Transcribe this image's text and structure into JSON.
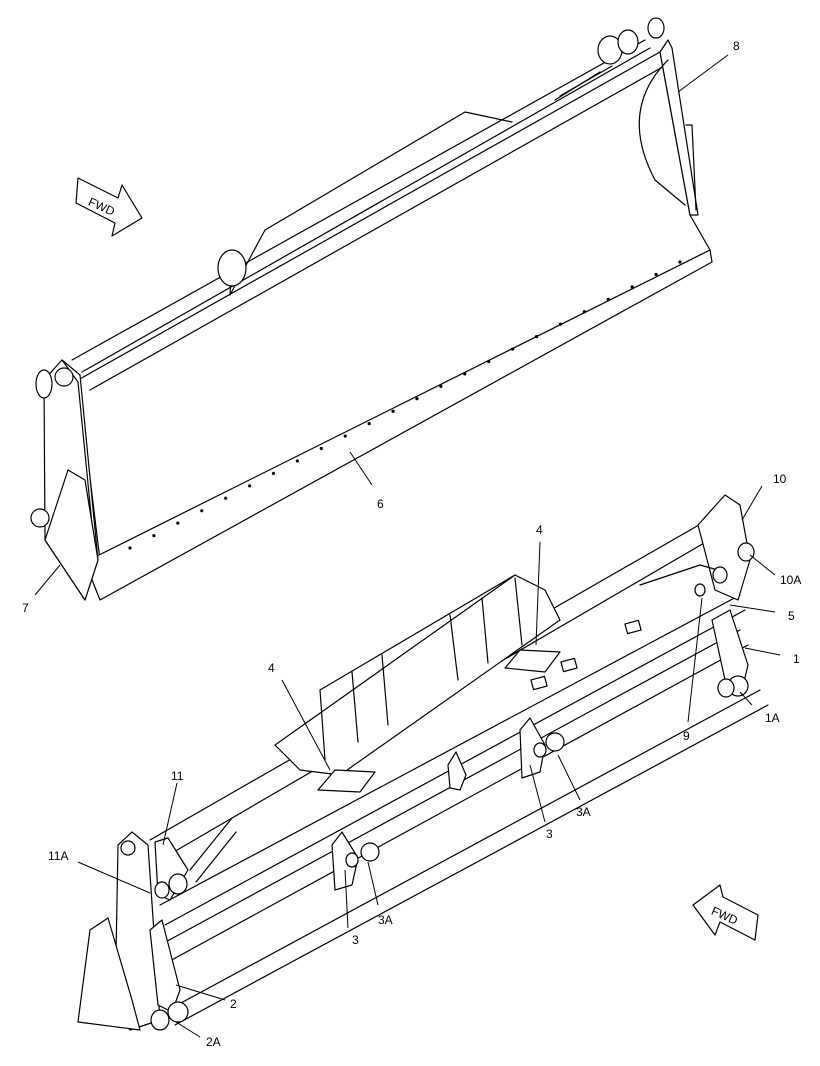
{
  "diagram": {
    "callouts": [
      "8",
      "6",
      "7",
      "10",
      "10A",
      "4",
      "4",
      "5",
      "1",
      "1A",
      "9",
      "11",
      "3A",
      "3",
      "11A",
      "3A",
      "3",
      "2",
      "2A"
    ],
    "fwd_labels": [
      "FWD",
      "FWD"
    ]
  }
}
